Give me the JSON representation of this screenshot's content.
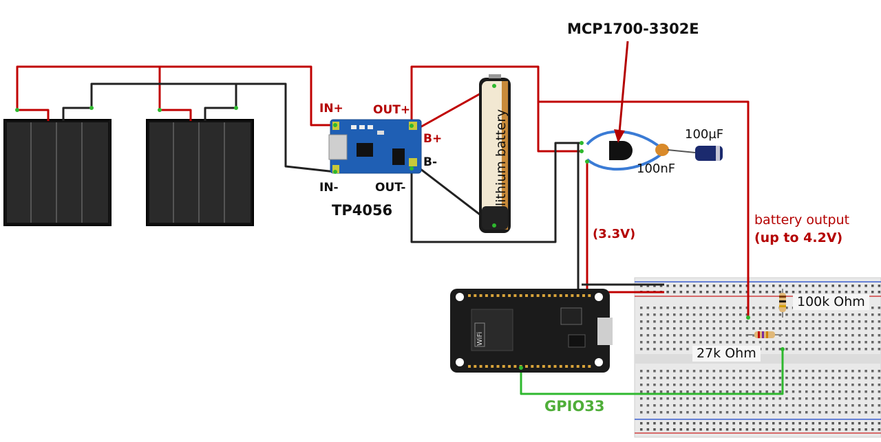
{
  "labels": {
    "regulator": "MCP1700-3302E",
    "in_plus": "IN+",
    "out_plus": "OUT+",
    "b_plus": "B+",
    "b_minus": "B-",
    "in_minus": "IN-",
    "out_minus": "OUT-",
    "charger": "TP4056",
    "battery": "lithium battery",
    "cap_electrolytic": "100µF",
    "cap_ceramic": "100nF",
    "v33": "(3.3V)",
    "batt_out_1": "battery output",
    "batt_out_2": "(up to 4.2V)",
    "r_top": "100k Ohm",
    "r_bottom": "27k Ohm",
    "gpio": "GPIO33",
    "board_wifi": "WiFi"
  },
  "colors": {
    "red_wire": "#c00000",
    "black_wire": "#222222",
    "green_wire": "#2eb82e",
    "blue_wire": "#3a7bd5",
    "label_red": "#b40000",
    "label_green": "#4fae39",
    "charger_board": "#1f5fb4",
    "esp_board": "#1b1b1b"
  }
}
